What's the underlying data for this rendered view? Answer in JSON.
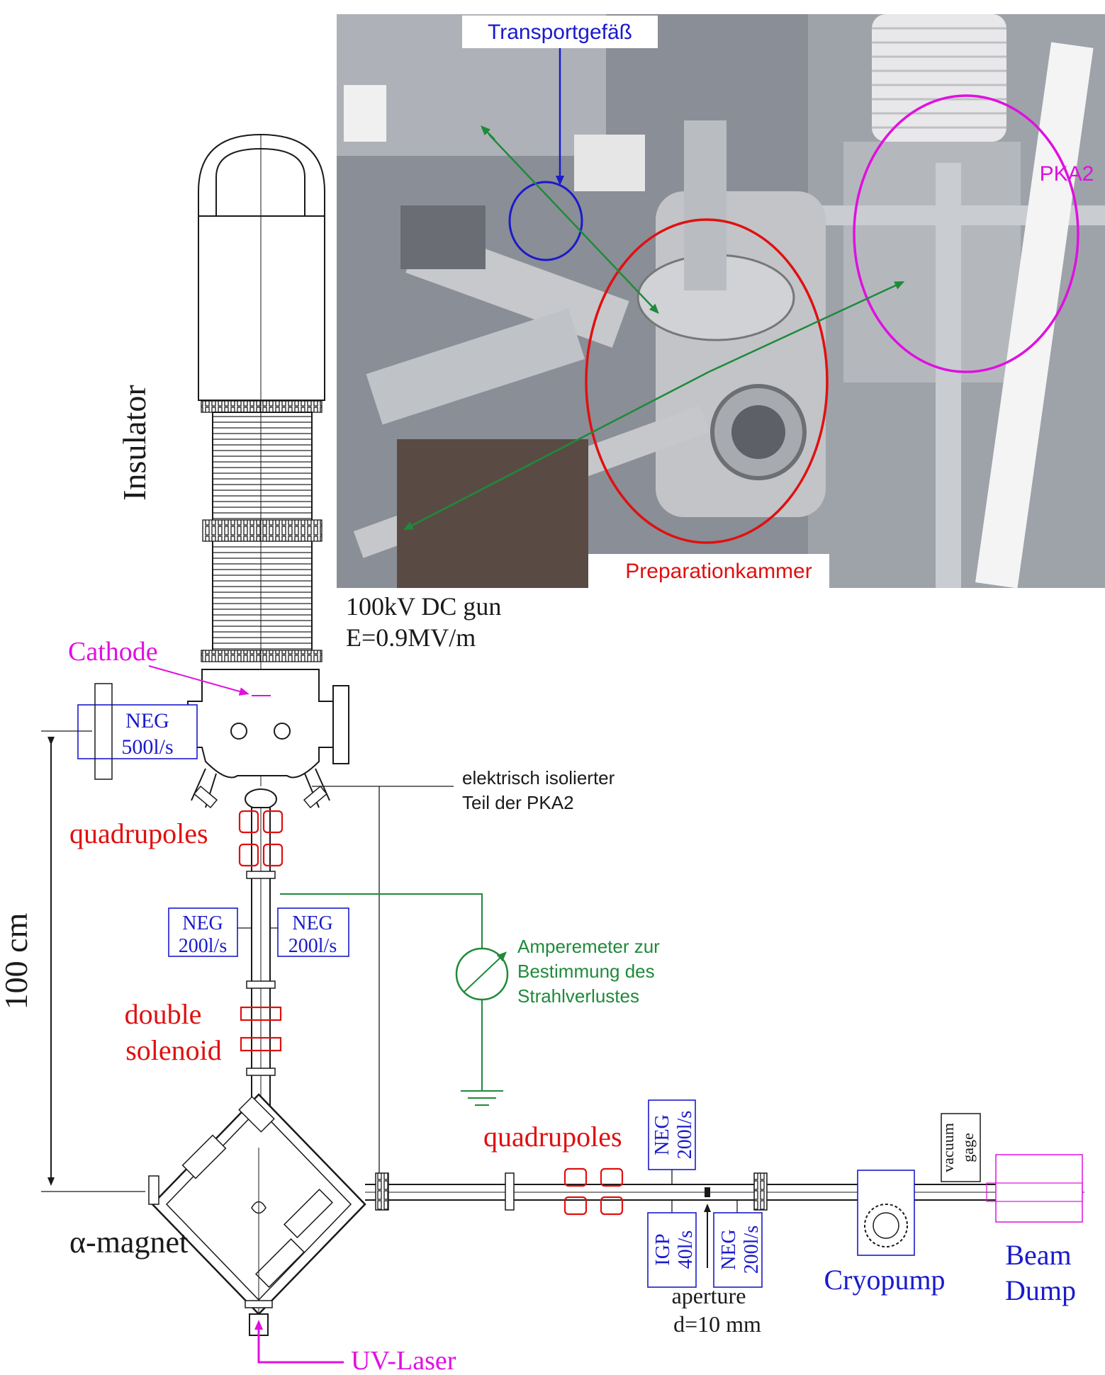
{
  "colors": {
    "red": "#e01010",
    "blue": "#1a1acc",
    "magenta": "#e010e0",
    "green": "#1f8a3a",
    "photo_bg": "#8a8e96"
  },
  "labels": {
    "insulator": "Insulator",
    "gun_line1": "100kV DC gun",
    "gun_line2": "E=0.9MV/m",
    "cathode": "Cathode",
    "neg_top": "NEG",
    "neg_top_rate": "500l/s",
    "isolated_line1": "elektrisch isolierter",
    "isolated_line2": "Teil der PKA2",
    "quadrupoles_top": "quadrupoles",
    "neg_left": "NEG",
    "neg_left_rate": "200l/s",
    "neg_right": "NEG",
    "neg_right_rate": "200l/s",
    "amperemeter_line1": "Amperemeter zur",
    "amperemeter_line2": "Bestimmung des",
    "amperemeter_line3": "Strahlverlustes",
    "scale": "100 cm",
    "double_solenoid_1": "double",
    "double_solenoid_2": "solenoid",
    "quadrupoles_bottom": "quadrupoles",
    "neg_beam_top": "NEG",
    "neg_beam_top_rate": "200l/s",
    "vacuum_gage_1": "vacuum",
    "vacuum_gage_2": "gage",
    "alpha_magnet": "α-magnet",
    "igp": "IGP",
    "igp_rate": "40l/s",
    "neg_beam_bottom": "NEG",
    "neg_beam_bottom_rate": "200l/s",
    "aperture_1": "aperture",
    "aperture_2": "d=10 mm",
    "cryopump": "Cryopump",
    "beam_dump_1": "Beam",
    "beam_dump_2": "Dump",
    "uv_laser": "UV-Laser"
  },
  "photo": {
    "transportgefaess": "Transportgefäß",
    "pka2": "PKA2",
    "preparationkammer": "Preparationkammer"
  }
}
